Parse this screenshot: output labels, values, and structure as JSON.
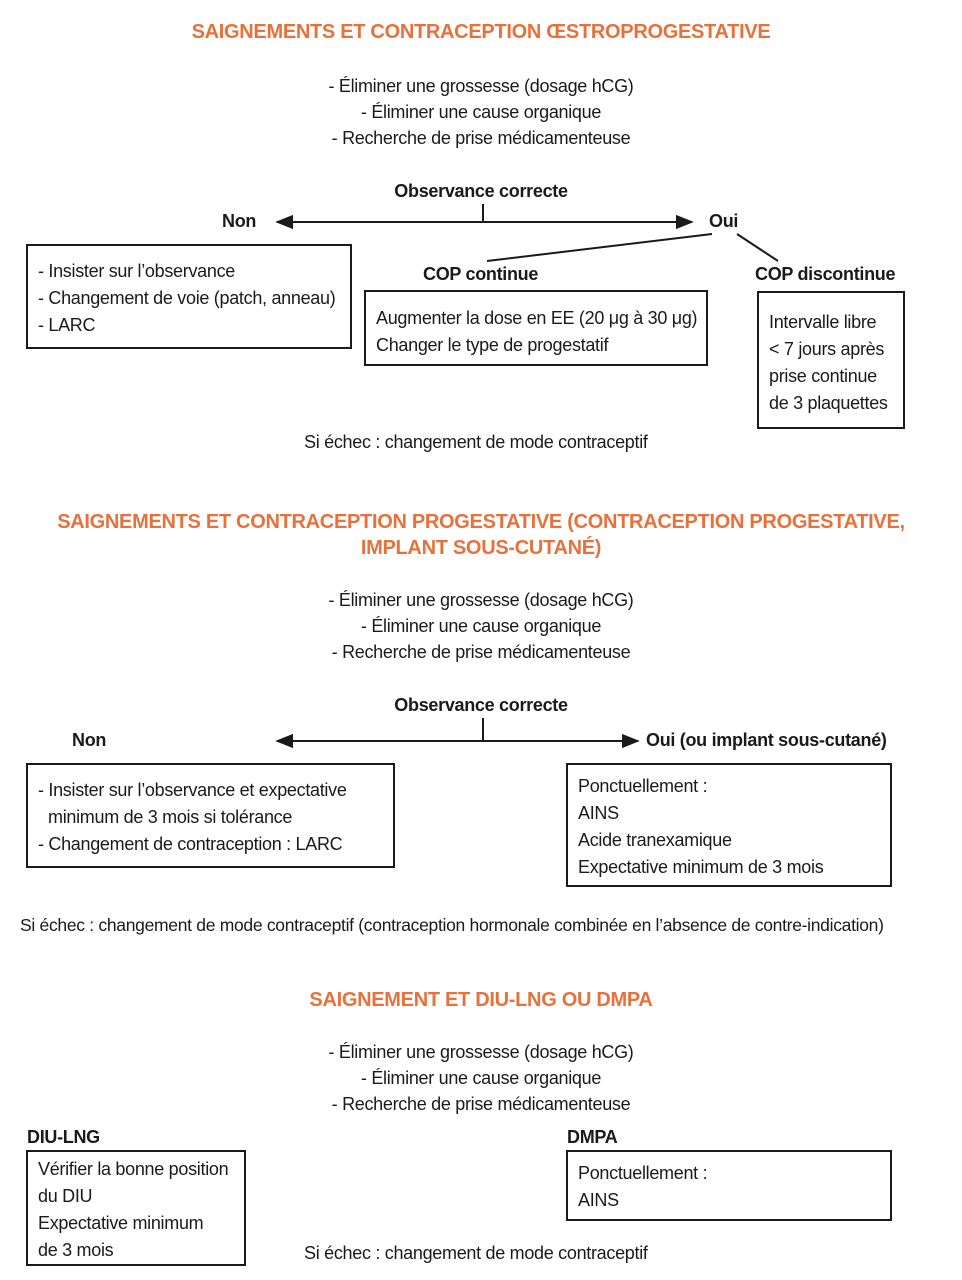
{
  "colors": {
    "title": "#e8703a",
    "text": "#1a1a1a",
    "line": "#1a1a1a"
  },
  "section1": {
    "title": "SAIGNEMENTS ET CONTRACEPTION ŒSTROPROGESTATIVE",
    "checks": [
      "- Éliminer une grossesse (dosage hCG)",
      "- Éliminer une cause organique",
      "- Recherche de prise médicamenteuse"
    ],
    "observance": "Observance correcte",
    "non": "Non",
    "oui": "Oui",
    "non_box": [
      "- Insister sur l’observance",
      "- Changement de voie (patch, anneau)",
      "- LARC"
    ],
    "cop_continue": "COP continue",
    "cop_continue_box": [
      "Augmenter la dose en EE (20 μg à 30 μg)",
      "Changer le type de progestatif"
    ],
    "cop_discontinue": "COP discontinue",
    "cop_discontinue_box": [
      "Intervalle libre",
      "< 7 jours après",
      "prise continue",
      "de 3 plaquettes"
    ],
    "failure": "Si échec : changement de mode contraceptif"
  },
  "section2": {
    "title_line1": "SAIGNEMENTS ET CONTRACEPTION PROGESTATIVE (CONTRACEPTION PROGESTATIVE,",
    "title_line2": "IMPLANT SOUS-CUTANÉ)",
    "checks": [
      "- Éliminer une grossesse (dosage hCG)",
      "- Éliminer une cause organique",
      "- Recherche de prise médicamenteuse"
    ],
    "observance": "Observance correcte",
    "non": "Non",
    "oui": "Oui (ou implant sous-cutané)",
    "non_box": [
      "- Insister sur l’observance et expectative",
      "minimum de 3 mois si tolérance",
      "- Changement de contraception : LARC"
    ],
    "oui_box": [
      "Ponctuellement :",
      "AINS",
      "Acide tranexamique",
      "Expectative minimum de 3 mois"
    ],
    "failure": "Si échec : changement de mode contraceptif (contraception hormonale combinée en l’absence de contre-indication)"
  },
  "section3": {
    "title": "SAIGNEMENT ET DIU-LNG OU DMPA",
    "checks": [
      "- Éliminer une grossesse (dosage hCG)",
      "- Éliminer une cause organique",
      "- Recherche de prise médicamenteuse"
    ],
    "diu_label": "DIU-LNG",
    "diu_box": [
      "Vérifier la bonne position",
      "du DIU",
      "Expectative minimum",
      "de 3 mois"
    ],
    "dmpa_label": "DMPA",
    "dmpa_box": [
      "Ponctuellement :",
      "AINS"
    ],
    "failure": "Si échec : changement de mode contraceptif"
  }
}
